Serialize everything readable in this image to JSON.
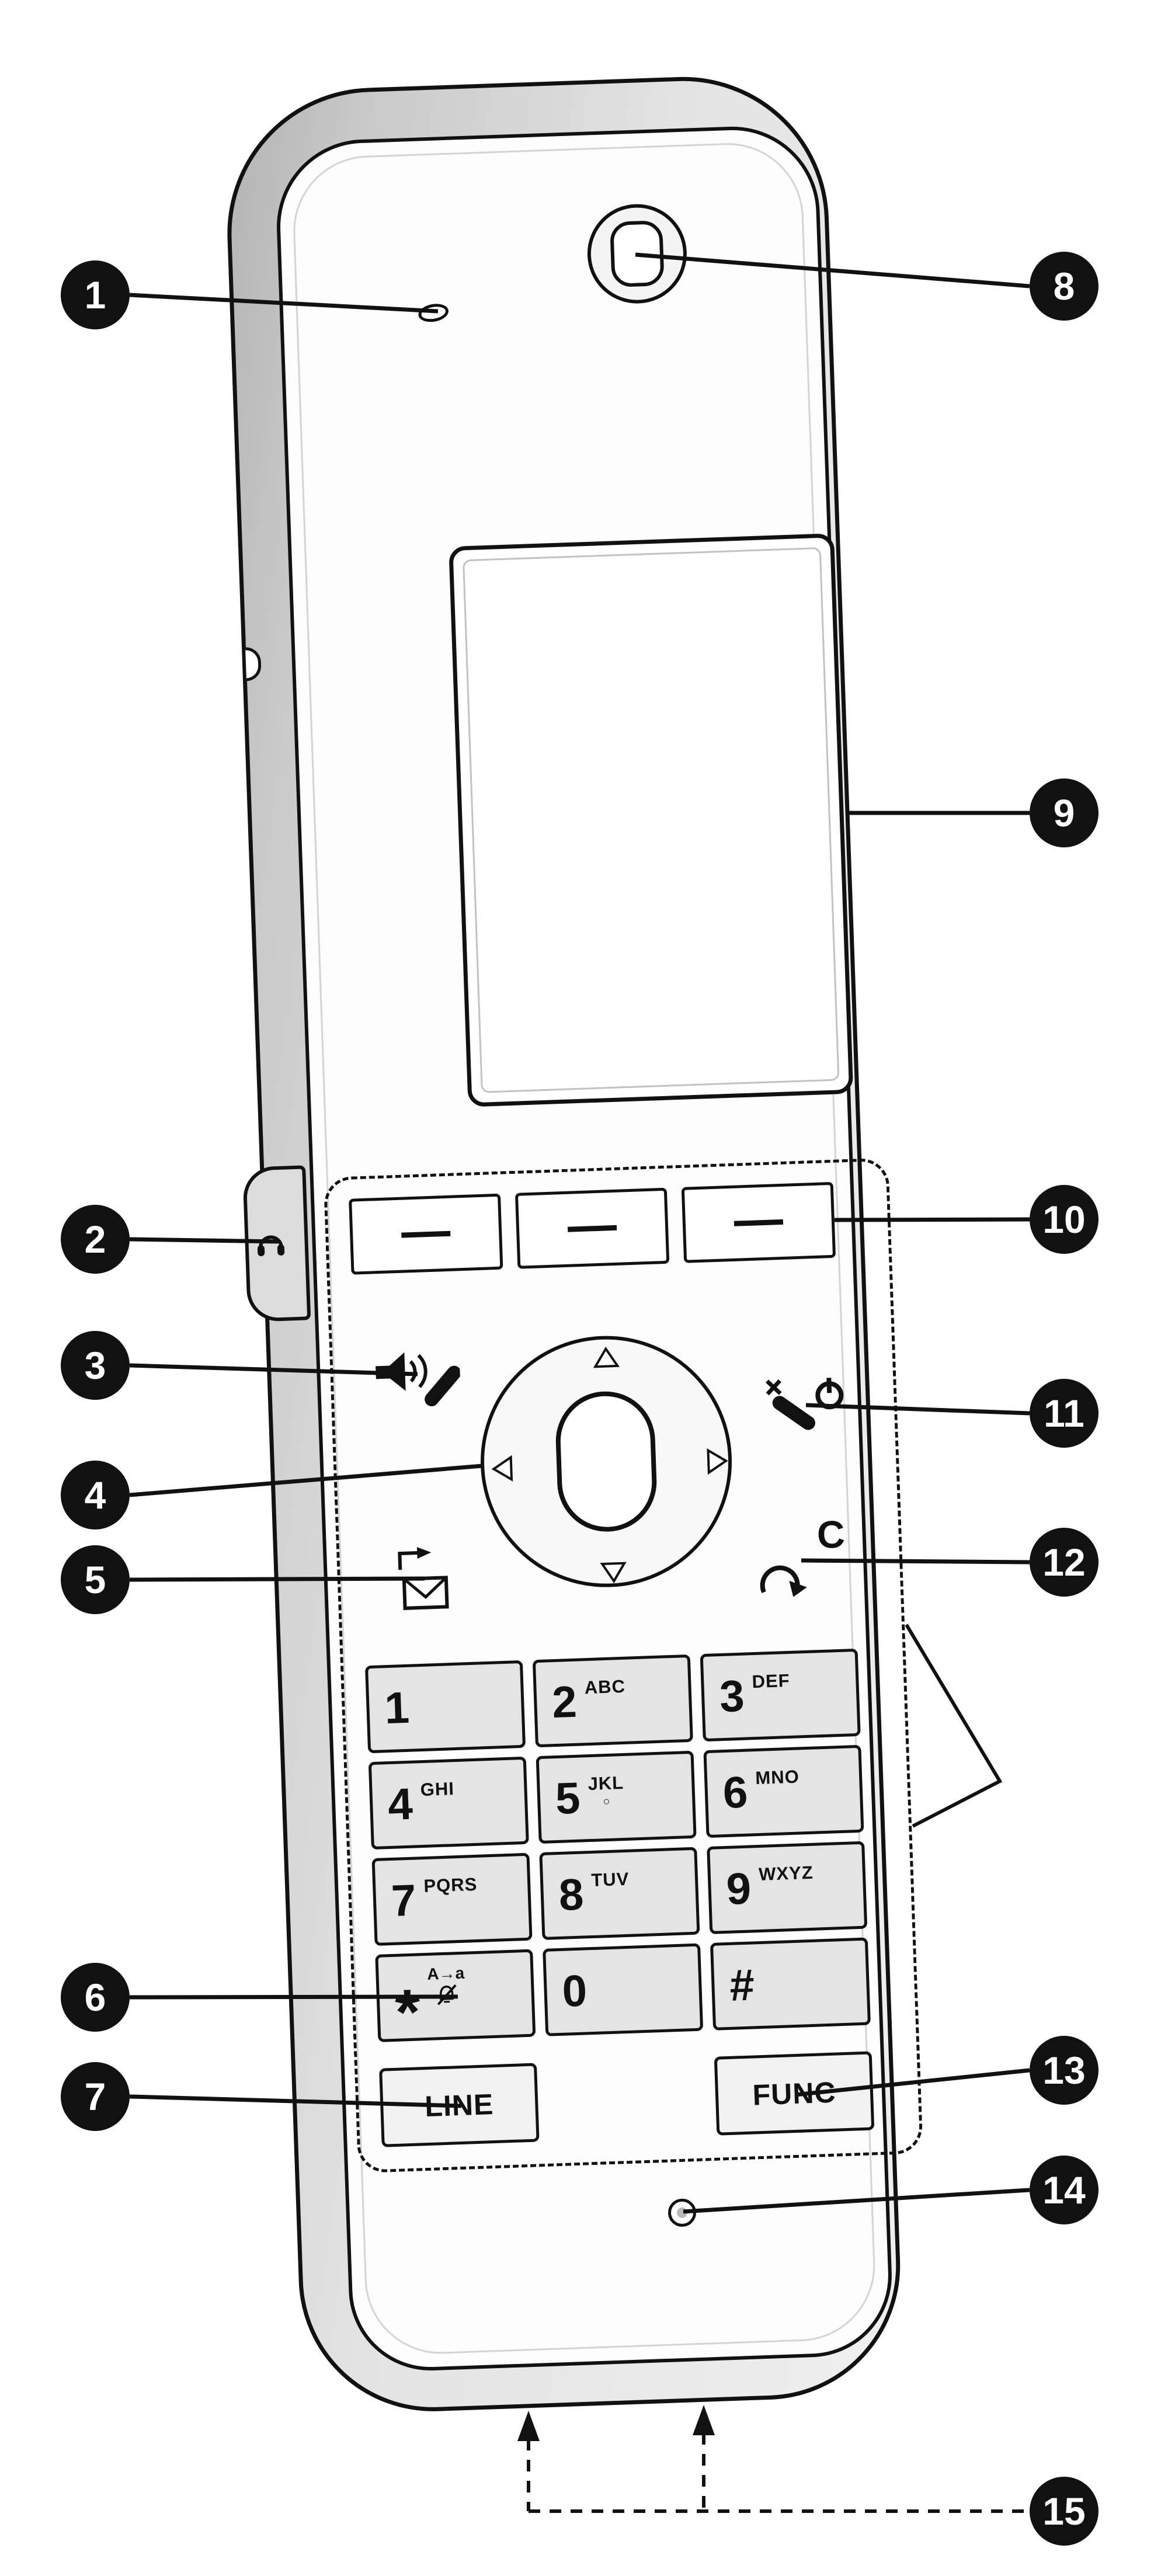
{
  "callouts": [
    "1",
    "2",
    "3",
    "4",
    "5",
    "6",
    "7",
    "8",
    "9",
    "10",
    "11",
    "12",
    "13",
    "14",
    "15"
  ],
  "keys": {
    "digits": [
      {
        "digit": "1",
        "letters": ""
      },
      {
        "digit": "2",
        "letters": "ABC"
      },
      {
        "digit": "3",
        "letters": "DEF"
      },
      {
        "digit": "4",
        "letters": "GHI"
      },
      {
        "digit": "5",
        "letters": "JKL",
        "marker": "○"
      },
      {
        "digit": "6",
        "letters": "MNO"
      },
      {
        "digit": "7",
        "letters": "PQRS"
      },
      {
        "digit": "8",
        "letters": "TUV"
      },
      {
        "digit": "9",
        "letters": "WXYZ"
      }
    ],
    "star": {
      "symbol": "*",
      "case_label": "A→a"
    },
    "zero": "0",
    "hash": "#",
    "line": "LINE",
    "func": "FUNC",
    "clear": "C"
  },
  "icons": {
    "charge_indicator": "led-ellipse",
    "earpiece": "speaker-ring",
    "headset_jack": "headset",
    "soft_key": "dash",
    "talk": "speaker-plus-handset",
    "navigator": "dpad-triangles",
    "transfer_message": "arrow-and-envelope",
    "power_off": "handset-x-power",
    "clear_redial": "curved-arrow",
    "ringer_off": "bell-slash",
    "microphone": "mic-hole",
    "charge_contacts": "dashed-up-arrows"
  },
  "colors": {
    "line": "#111111",
    "body_gray": "#c9c9c9",
    "key_gray": "#e4e4e4",
    "callout_bg": "#111111",
    "callout_fg": "#ffffff"
  }
}
